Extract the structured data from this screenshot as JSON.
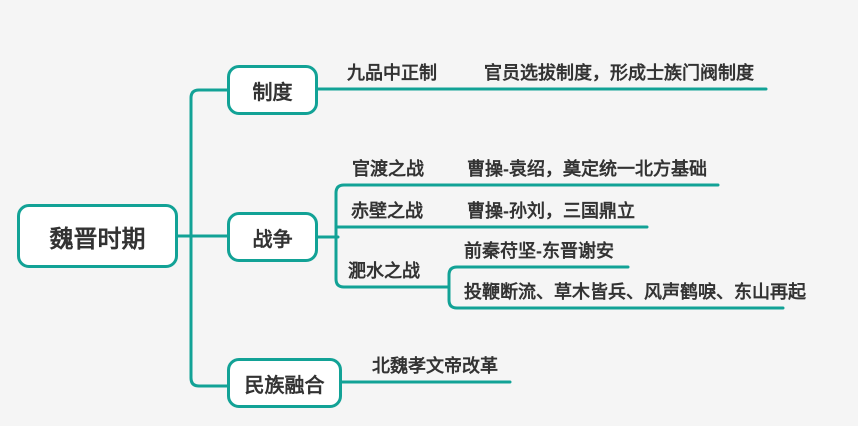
{
  "colors": {
    "accent": "#12a296",
    "background": "#f5f5f5",
    "node_fill": "#ffffff",
    "text": "#333333"
  },
  "root": {
    "label": "魏晋时期"
  },
  "branches": [
    {
      "label": "制度",
      "topics": [
        {
          "label": "九品中正制",
          "children": [
            "官员选拔制度，形成士族门阀制度"
          ]
        }
      ]
    },
    {
      "label": "战争",
      "topics": [
        {
          "label": "官渡之战",
          "children": [
            "曹操-袁绍，奠定统一北方基础"
          ]
        },
        {
          "label": "赤壁之战",
          "children": [
            "曹操-孙刘，三国鼎立"
          ]
        },
        {
          "label": "淝水之战",
          "children": [
            "前秦苻坚-东晋谢安",
            "投鞭断流、草木皆兵、风声鹤唳、东山再起"
          ]
        }
      ]
    },
    {
      "label": "民族融合",
      "topics": [
        {
          "label": "北魏孝文帝改革",
          "children": []
        }
      ]
    }
  ]
}
